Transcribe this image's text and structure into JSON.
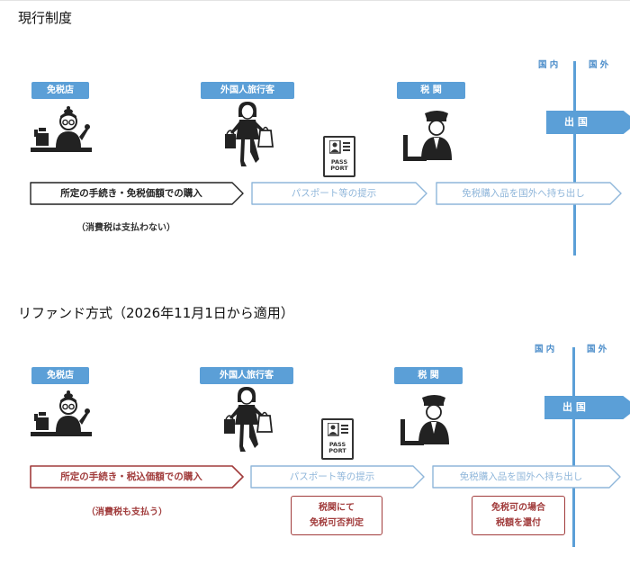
{
  "colors": {
    "accent": "#5b9fd7",
    "red": "#a13c3c",
    "light_arrow": "#8fb6da"
  },
  "sections": [
    {
      "title": "現行制度",
      "border_inside": "国 内",
      "border_outside": "国 外",
      "exit": "出 国",
      "actors": {
        "shop": "免税店",
        "traveler": "外国人旅行客",
        "customs": "税 関"
      },
      "passport": {
        "line1": "PASS",
        "line2": "PORT"
      },
      "steps": [
        "所定の手続き・免税価額での購入",
        "パスポート等の提示",
        "免税購入品を国外へ持ち出し"
      ],
      "note": "（消費税は支払わない）"
    },
    {
      "title": "リファンド方式（2026年11月1日から適用）",
      "border_inside": "国 内",
      "border_outside": "国 外",
      "exit": "出 国",
      "actors": {
        "shop": "免税店",
        "traveler": "外国人旅行客",
        "customs": "税 関"
      },
      "passport": {
        "line1": "PASS",
        "line2": "PORT"
      },
      "steps": [
        "所定の手続き・税込価額での購入",
        "パスポート等の提示",
        "免税購入品を国外へ持ち出し"
      ],
      "note": "（消費税も支払う）",
      "customs_box": {
        "line1": "税関にて",
        "line2": "免税可否判定"
      },
      "refund_box": {
        "line1": "免税可の場合",
        "line2": "税額を還付"
      }
    }
  ],
  "icons": [
    "shopkeeper-icon",
    "traveler-icon",
    "passport-icon",
    "customs-officer-icon"
  ]
}
